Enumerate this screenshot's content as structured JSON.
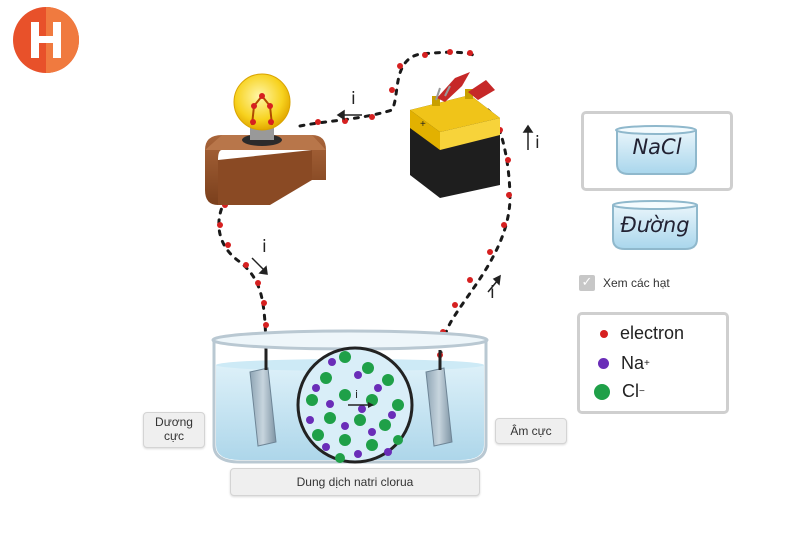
{
  "logo": {
    "letter": "H",
    "color": "#e8512a"
  },
  "scene": {
    "current_labels": [
      "i",
      "i",
      "i",
      "i"
    ],
    "solution_label": "Dung dịch natri clorua",
    "anode_label_line1": "Dương",
    "anode_label_line2": "cực",
    "cathode_label": "Âm cực"
  },
  "panel": {
    "beakers": [
      {
        "name": "NaCl",
        "selected": true
      },
      {
        "name": "Đường",
        "selected": false
      }
    ],
    "checkbox_label": "Xem các hạt",
    "checkbox_checked": true
  },
  "legend": {
    "electron_label": "electron",
    "na_label": "Na",
    "na_sup": "+",
    "cl_label": "Cl",
    "cl_sup": "−"
  },
  "colors": {
    "electron": "#d62020",
    "na": "#6a2db8",
    "cl": "#1fa048",
    "water": "#bfe3f2",
    "wire": "#1a1a1a"
  }
}
